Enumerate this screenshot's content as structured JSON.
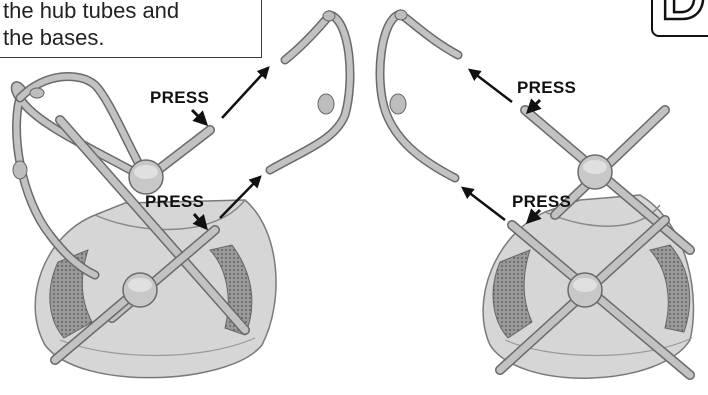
{
  "caption": {
    "lines": [
      "the hub tubes and",
      "the bases."
    ]
  },
  "step": {
    "letter": "D"
  },
  "labels": {
    "press": "PRESS"
  },
  "colors": {
    "tube": "#b8b8b8",
    "tube_edge": "#6a6a6a",
    "fabric": "#d4d4d4",
    "fabric_edge": "#7a7a7a",
    "arrow": "#111111"
  }
}
